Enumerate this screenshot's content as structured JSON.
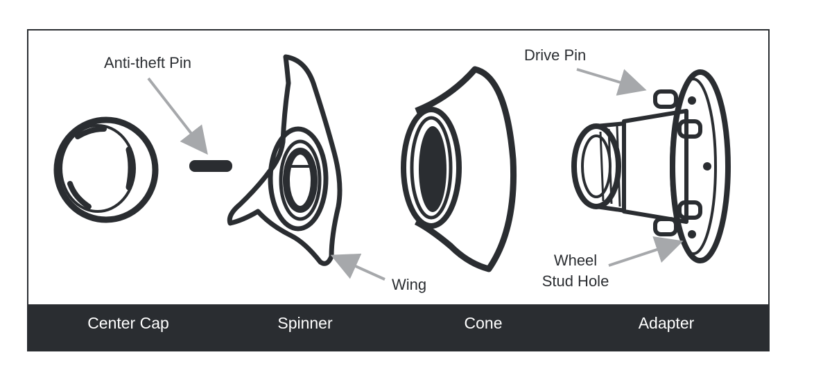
{
  "callouts": {
    "anti_theft_pin": "Anti-theft Pin",
    "drive_pin": "Drive Pin",
    "wing": "Wing",
    "wheel_stud_hole_line1": "Wheel",
    "wheel_stud_hole_line2": "Stud Hole"
  },
  "parts": [
    {
      "label": "Center Cap"
    },
    {
      "label": "Spinner"
    },
    {
      "label": "Cone"
    },
    {
      "label": "Adapter"
    }
  ],
  "colors": {
    "ink": "#2a2d31",
    "arrow": "#a6a8ab",
    "background": "#ffffff"
  }
}
